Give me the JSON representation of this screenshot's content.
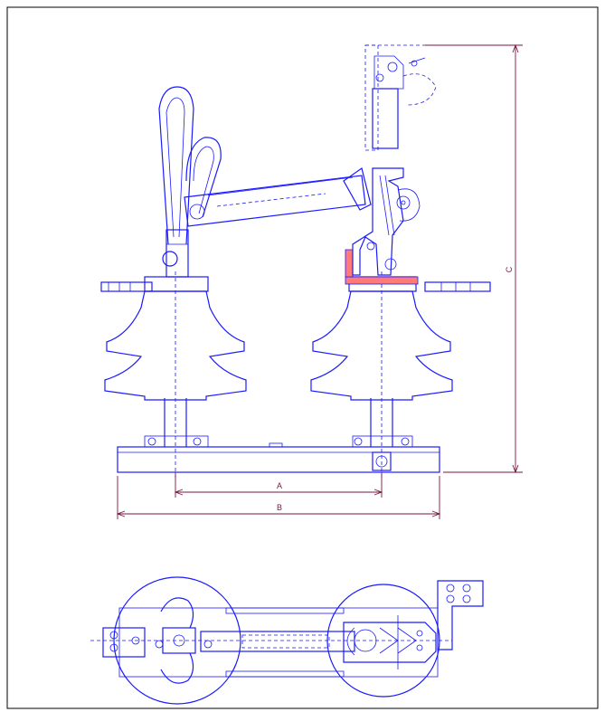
{
  "drawing": {
    "dimensions": {
      "a_label": "A",
      "b_label": "B",
      "c_label": "C"
    },
    "colors": {
      "line": "#1a1aff",
      "dimension": "#7a1640",
      "hatch": "#ff7a7a",
      "frame": "#000000"
    }
  }
}
